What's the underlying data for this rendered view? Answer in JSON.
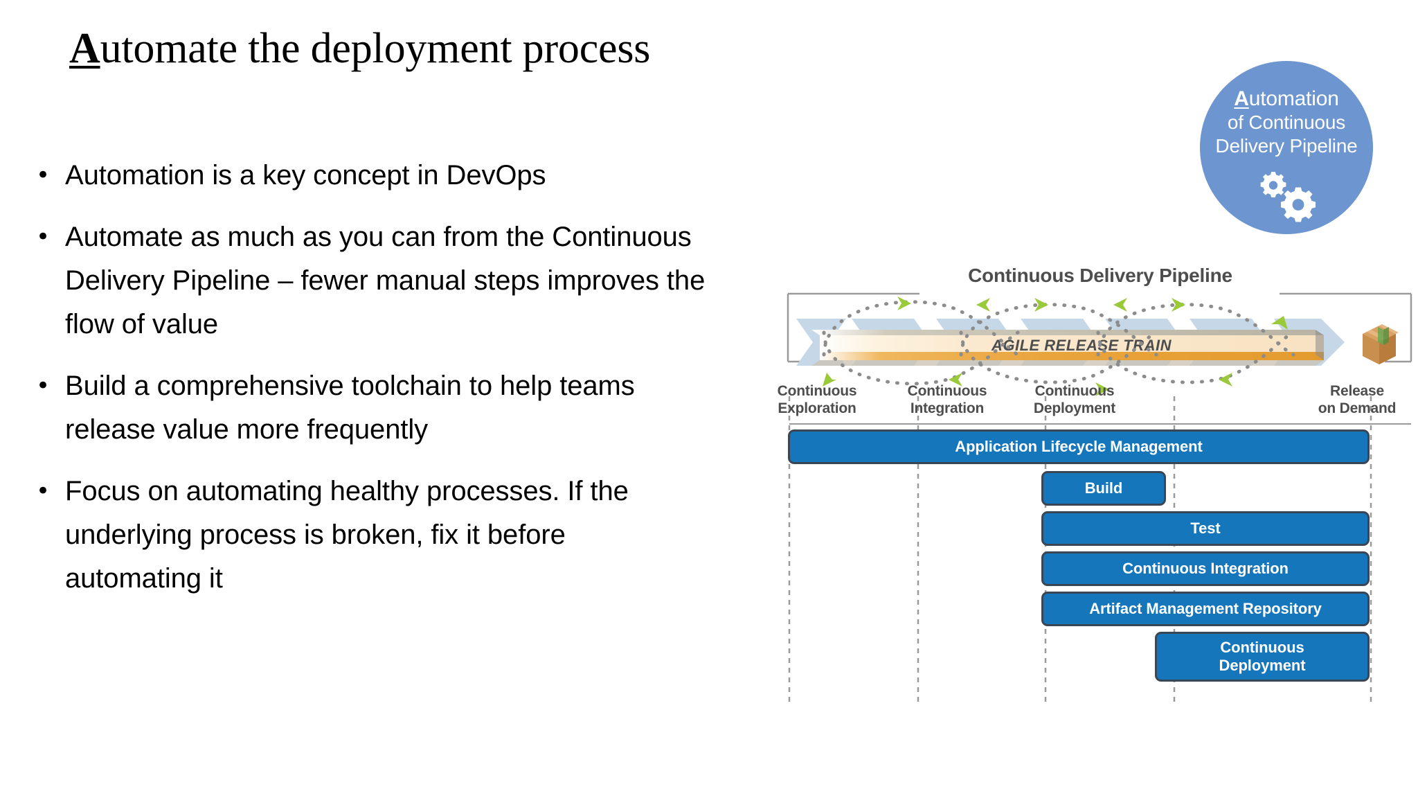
{
  "slide": {
    "title_first_letter": "A",
    "title_rest": "utomate the deployment process",
    "title_full": "Automate the deployment process"
  },
  "bullets": [
    {
      "marker": "•",
      "text": "Automation is a key concept in DevOps"
    },
    {
      "marker": "•",
      "text": "Automate as much as you can from the Continuous Delivery Pipeline – fewer manual steps improves the flow of value"
    },
    {
      "marker": "•",
      "text": "Build a comprehensive toolchain to help teams release value more frequently"
    },
    {
      "marker": "•",
      "text": "Focus on automating healthy processes. If the underlying process is broken, fix it before automating it"
    }
  ],
  "badge": {
    "line1_first_letter": "A",
    "line1_rest": "utomation",
    "line2": "of Continuous",
    "line3": "Delivery Pipeline",
    "circle_color": "#6d95cf",
    "text_color": "#ffffff",
    "icon": "gears-icon"
  },
  "diagram": {
    "header": "Continuous Delivery Pipeline",
    "train_label": "AGILE RELEASE TRAIN",
    "header_color": "#4d4d4d",
    "chevron_color": "#c6d7e7",
    "train_bar_color": "#e8a33d",
    "loop_arrow_color": "#9ac93a",
    "loop_dot_color": "#8c8c8c",
    "package_icon": "package-box-icon",
    "stages": [
      {
        "line1": "Continuous",
        "line2": "Exploration"
      },
      {
        "line1": "Continuous",
        "line2": "Integration"
      },
      {
        "line1": "Continuous",
        "line2": "Deployment"
      },
      {
        "line1": "Release",
        "line2": "on Demand"
      }
    ],
    "capabilities": [
      {
        "label": "Application Lifecycle Management",
        "lines": [
          "Application Lifecycle Management"
        ]
      },
      {
        "label": "Build",
        "lines": [
          "Build"
        ]
      },
      {
        "label": "Test",
        "lines": [
          "Test"
        ]
      },
      {
        "label": "Continuous Integration",
        "lines": [
          "Continuous Integration"
        ]
      },
      {
        "label": "Artifact Management Repository",
        "lines": [
          "Artifact Management Repository"
        ]
      },
      {
        "label": "Continuous Deployment",
        "lines": [
          "Continuous",
          "Deployment"
        ]
      }
    ],
    "bar_color": "#1576bc",
    "bar_border_color": "#3a4654"
  }
}
